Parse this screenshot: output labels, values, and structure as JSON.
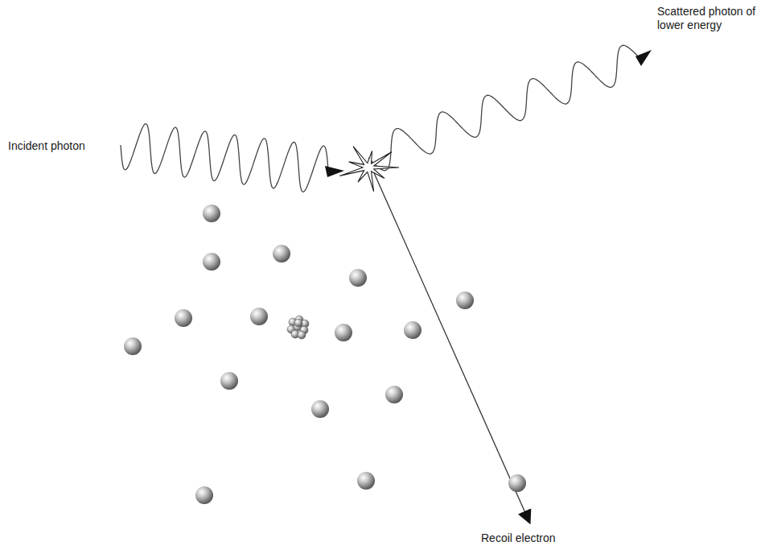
{
  "diagram": {
    "labels": [
      "Incident photon",
      "Scattered photon of lower energy",
      "Recoil electron"
    ]
  }
}
